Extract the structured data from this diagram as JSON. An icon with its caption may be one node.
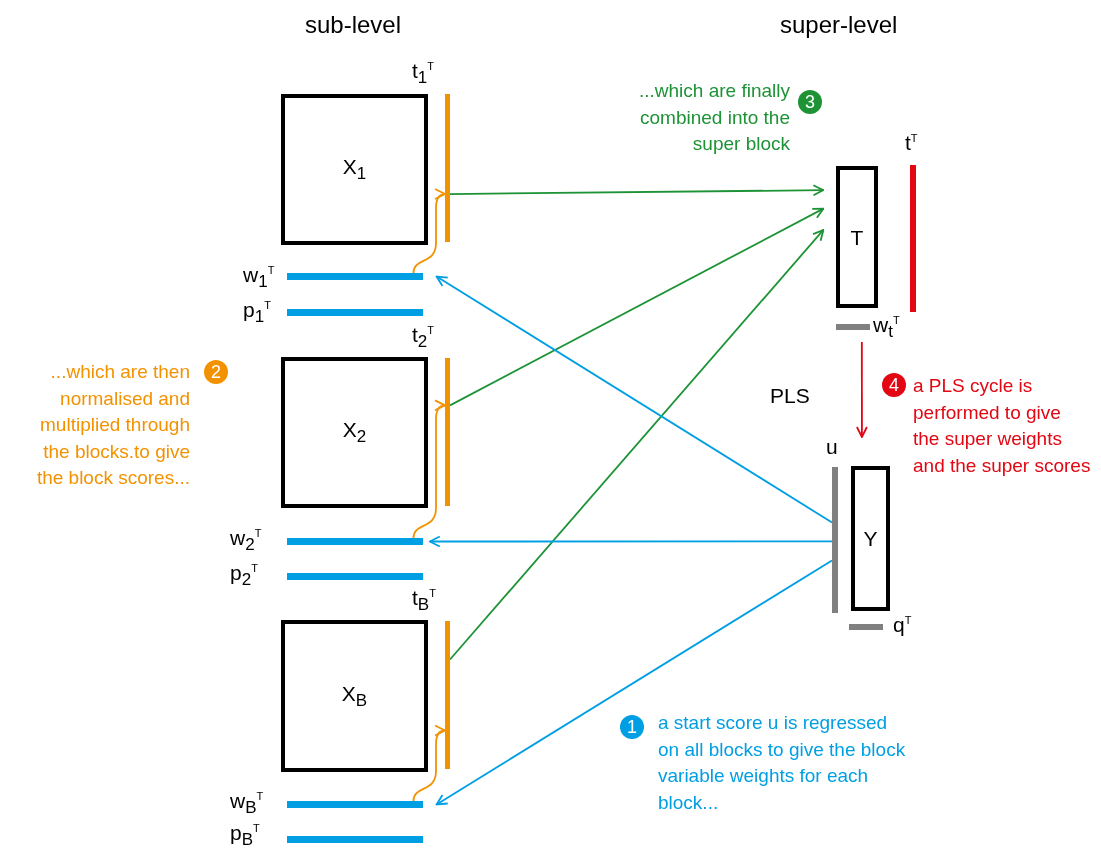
{
  "diagram": {
    "nodes": [
      {
        "text": [
          "X$_{1}$"
        ]
      },
      {
        "text": [
          "t$_{1}$$^{T}$"
        ]
      },
      {
        "text": [
          "w$_{1}$$^{T}$"
        ]
      },
      {
        "text": [
          "p$_{1}$$^{T}$"
        ]
      },
      {
        "text": [
          "X$_{2}$"
        ]
      },
      {
        "text": [
          "t$_{2}$$^{T}$"
        ]
      },
      {
        "text": [
          "w$_{2}$$^{T}$"
        ]
      },
      {
        "text": [
          "p$_{2}$$^{T}$"
        ]
      },
      {
        "text": [
          "X$_{B}$"
        ]
      },
      {
        "text": [
          "t$_{B}$$^{T}$"
        ]
      },
      {
        "text": [
          "w$_{B}$$^{T}$"
        ]
      },
      {
        "text": [
          "p$_{B}$$^{T}$"
        ]
      },
      {
        "text": [
          "T"
        ]
      },
      {
        "text": [
          "t$^{T}$"
        ]
      },
      {
        "text": [
          "w$_{t}$$^{T}$"
        ]
      },
      {
        "text": [
          "Y"
        ]
      },
      {
        "text": [
          "u"
        ]
      },
      {
        "text": [
          "q$^{T}$"
        ]
      }
    ],
    "edges": [
      {
        "from": 2,
        "to": 1,
        "arrow": "to",
        "color": "#f39200"
      },
      {
        "from": 6,
        "to": 5,
        "arrow": "to",
        "color": "#f39200"
      },
      {
        "from": 10,
        "to": 9,
        "arrow": "to",
        "color": "#f39200"
      },
      {
        "from": 1,
        "to": 12,
        "arrow": "to",
        "color": "#1d9336"
      },
      {
        "from": 5,
        "to": 12,
        "arrow": "to",
        "color": "#1d9336"
      },
      {
        "from": 9,
        "to": 12,
        "arrow": "to",
        "color": "#1d9336"
      },
      {
        "from": 16,
        "to": 2,
        "arrow": "to",
        "color": "#009fe3"
      },
      {
        "from": 16,
        "to": 6,
        "arrow": "to",
        "color": "#009fe3"
      },
      {
        "from": 16,
        "to": 10,
        "arrow": "to",
        "color": "#009fe3"
      },
      {
        "from": 14,
        "to": 15,
        "arrow": "to",
        "color": "#e30613"
      }
    ],
    "labels": [
      "sub-level",
      "super-level",
      "3",
      "...which are finally combined into the super block",
      "2",
      "...which are then normalised and multiplied through the blocks.to give the block scores...",
      "PLS",
      "4",
      "a PLS cycle is performed to give the super weights and the super scores",
      "1",
      "a start score u is regressed on all blocks to give the block variable weights for each block..."
    ]
  }
}
